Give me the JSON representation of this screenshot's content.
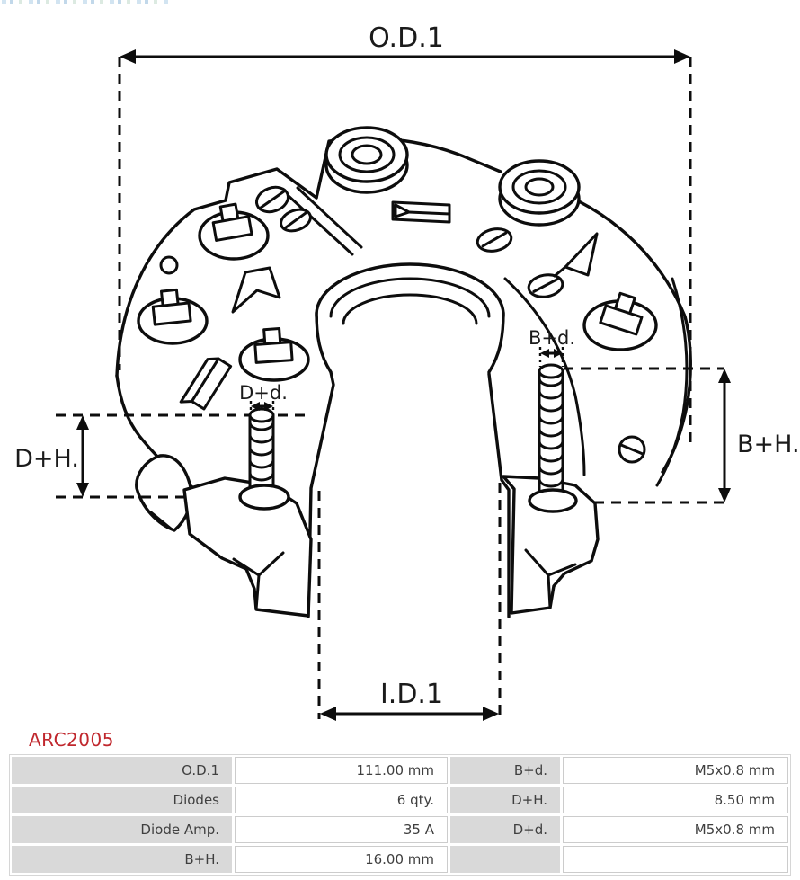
{
  "page": {
    "background": "#ffffff"
  },
  "logo_strip": {
    "name": "cropped-logo-fragment"
  },
  "diagram": {
    "line_color": "#0d0d0d",
    "dim_labels": {
      "od1": "O.D.1",
      "id1": "I.D.1",
      "dph": "D+H.",
      "bph": "B+H.",
      "dpd": "D+d.",
      "bpd": "B+d."
    }
  },
  "part_number": {
    "text": "ARC2005",
    "color": "#c0272d"
  },
  "spec_table": {
    "label_bg": "#d9d9d9",
    "value_border": "#cccccc",
    "text_color": "#3f3f3f",
    "rows": [
      {
        "cells": [
          {
            "label": "O.D.1",
            "value": "111.00 mm"
          },
          {
            "label": "B+d.",
            "value": "M5x0.8 mm"
          }
        ]
      },
      {
        "cells": [
          {
            "label": "Diodes",
            "value": "6 qty."
          },
          {
            "label": "D+H.",
            "value": "8.50 mm"
          }
        ]
      },
      {
        "cells": [
          {
            "label": "Diode Amp.",
            "value": "35 A"
          },
          {
            "label": "D+d.",
            "value": "M5x0.8 mm"
          }
        ]
      },
      {
        "cells": [
          {
            "label": "B+H.",
            "value": "16.00 mm"
          },
          {
            "label": "",
            "value": ""
          }
        ]
      }
    ]
  }
}
